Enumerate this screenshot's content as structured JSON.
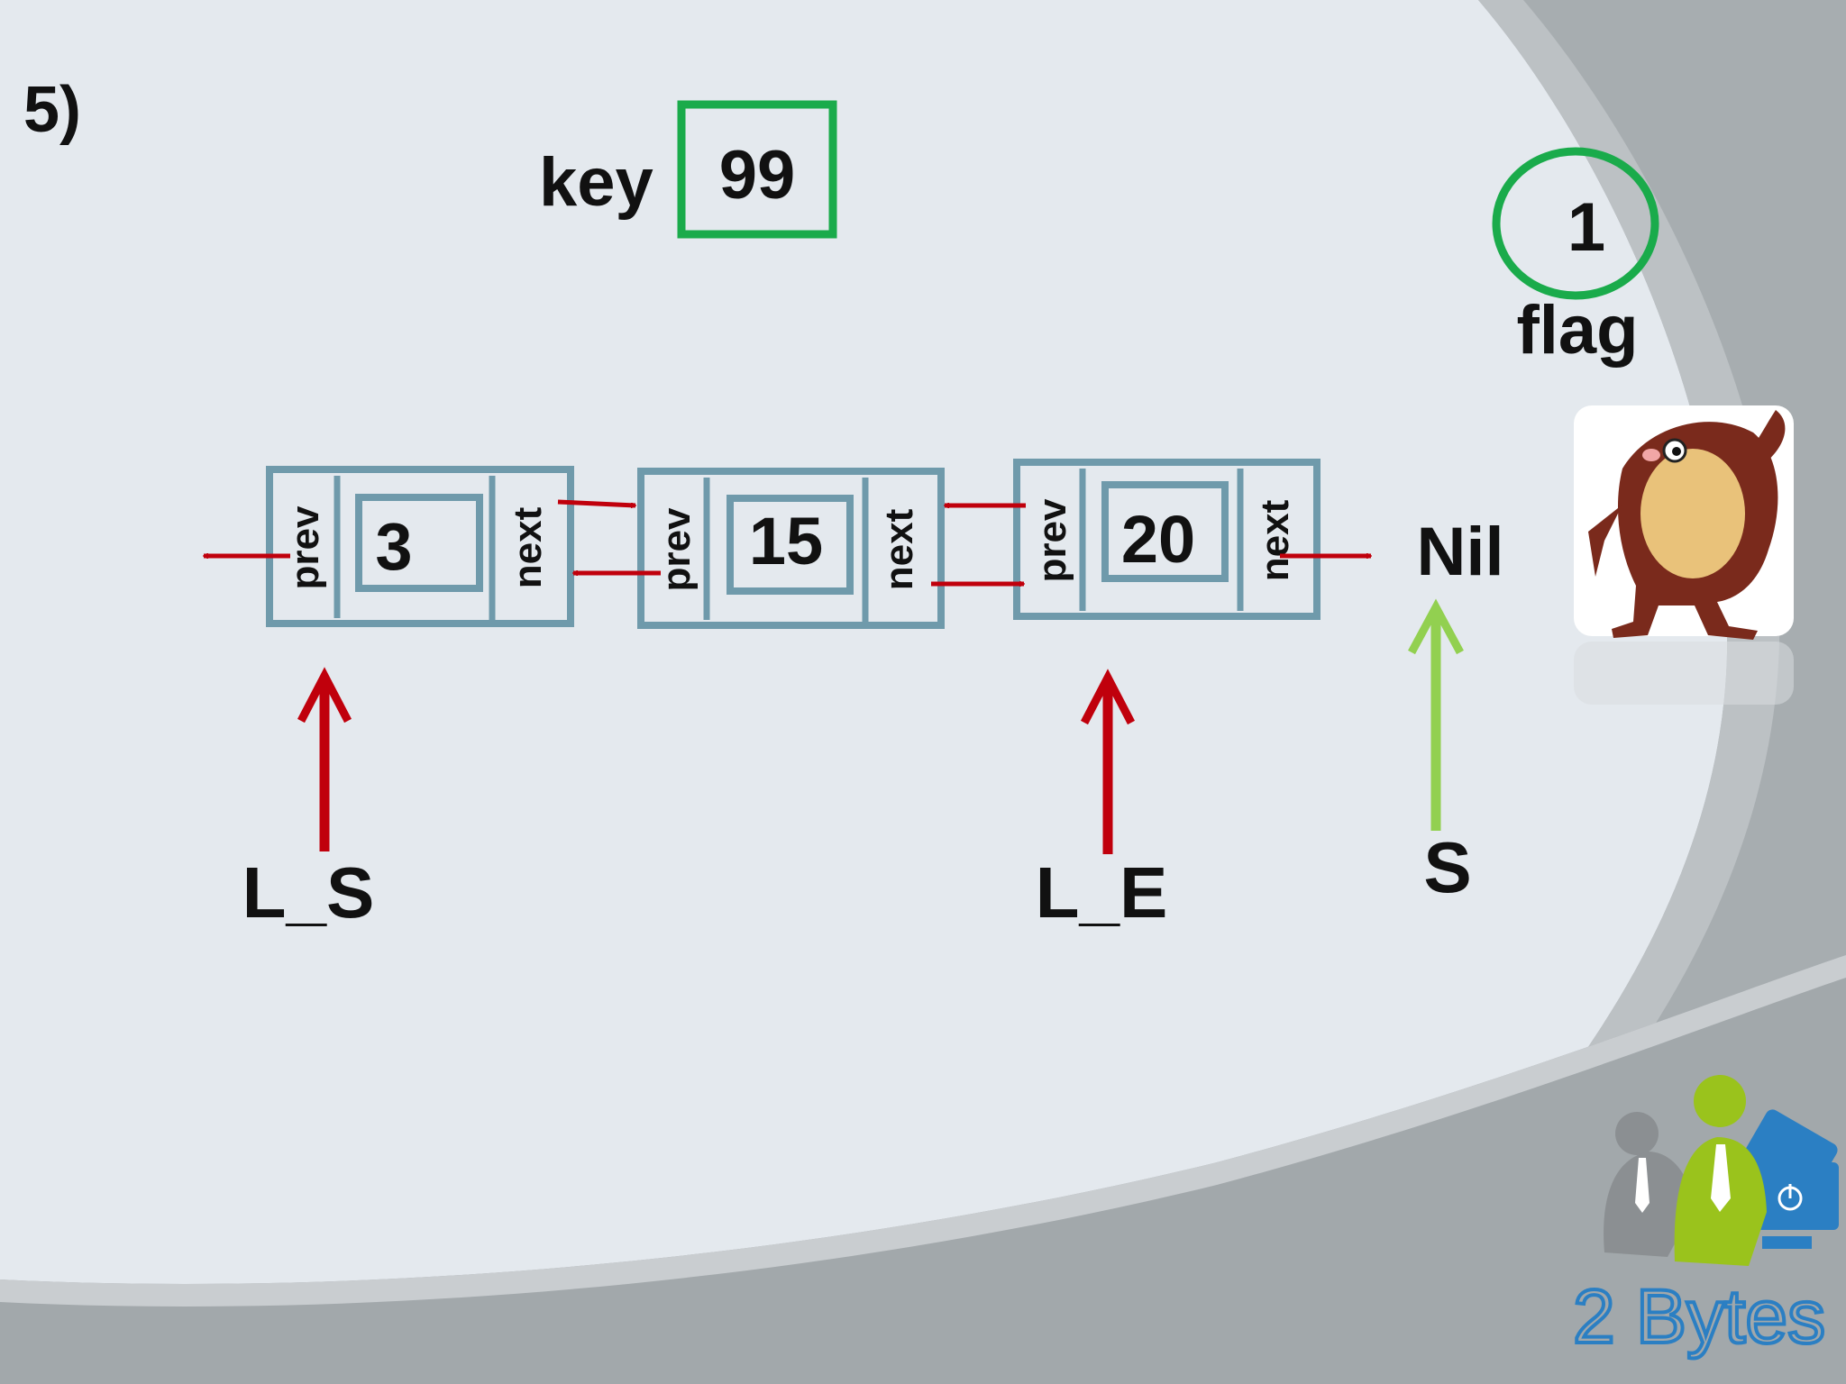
{
  "slide": {
    "step_label": "5)",
    "key_label": "key",
    "key_value": "99",
    "flag_value": "1",
    "flag_label": "flag",
    "nil_label": "Nil",
    "logo_text": "2 Bytes"
  },
  "nodes": [
    {
      "value": "3",
      "prev_label": "prev",
      "next_label": "next"
    },
    {
      "value": "15",
      "prev_label": "prev",
      "next_label": "next"
    },
    {
      "value": "20",
      "prev_label": "prev",
      "next_label": "next"
    }
  ],
  "pointers": [
    {
      "label": "L_S",
      "color": "#c0000c"
    },
    {
      "label": "L_E",
      "color": "#c0000c"
    },
    {
      "label": "S",
      "color": "#92d050"
    }
  ],
  "colors": {
    "node_border": "#6f9aab",
    "link_arrow": "#c0000c",
    "key_box": "#1aab4b",
    "flag_circle": "#1aab4b",
    "background": "#e4e9ee",
    "corner_gray": "#9aa0a3",
    "logo_blue": "#2b7fc3",
    "logo_green": "#9ac31c"
  },
  "icons": [
    "taz-cartoon-icon",
    "2bytes-logo-icon",
    "power-icon"
  ]
}
